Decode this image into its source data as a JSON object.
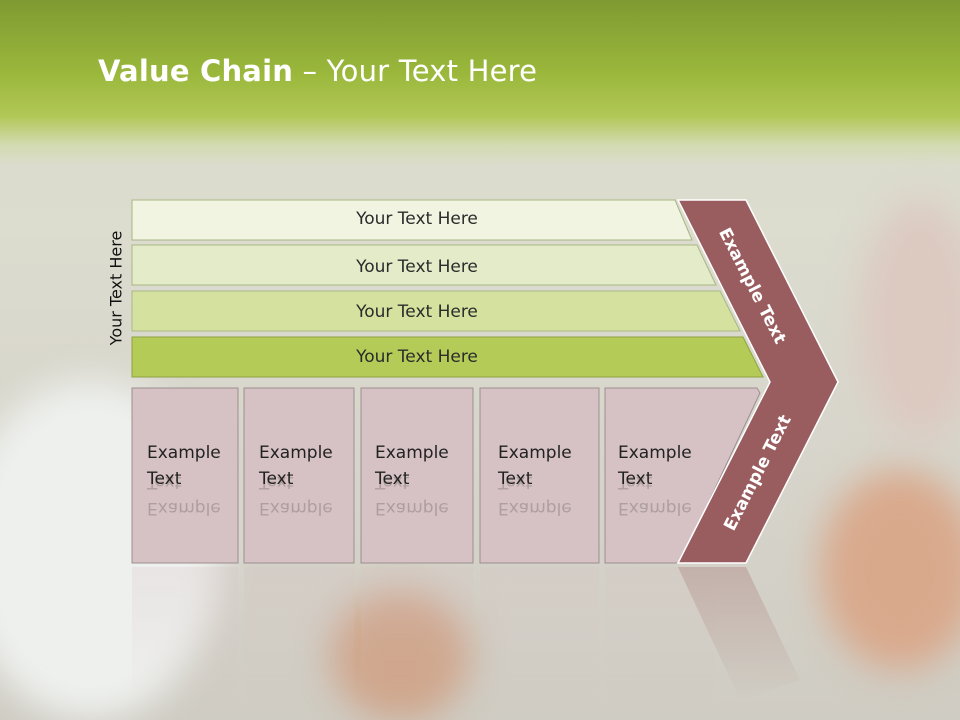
{
  "slide": {
    "title_bold": "Value Chain",
    "title_rest": " – Your Text Here",
    "vertical_label": "Your Text Here"
  },
  "rows": [
    {
      "label": "Your Text Here",
      "fill": "#f0f4e1"
    },
    {
      "label": "Your Text Here",
      "fill": "#e4ebc8"
    },
    {
      "label": "Your Text Here",
      "fill": "#d5e19f"
    },
    {
      "label": "Your Text Here",
      "fill": "#b4cc57"
    }
  ],
  "boxes": [
    {
      "line1": "Example",
      "line2": "Text"
    },
    {
      "line1": "Example",
      "line2": "Text"
    },
    {
      "line1": "Example",
      "line2": "Text"
    },
    {
      "line1": "Example",
      "line2": "Text"
    },
    {
      "line1": "Example",
      "line2": "Text"
    }
  ],
  "chevron": {
    "top_label": "Example Text",
    "bottom_label": "Example Text",
    "color": "#9a5d5f"
  },
  "colors": {
    "header": "#8aa636",
    "box_fill": "#d6c2c4",
    "box_stroke": "#9c8f8f"
  }
}
